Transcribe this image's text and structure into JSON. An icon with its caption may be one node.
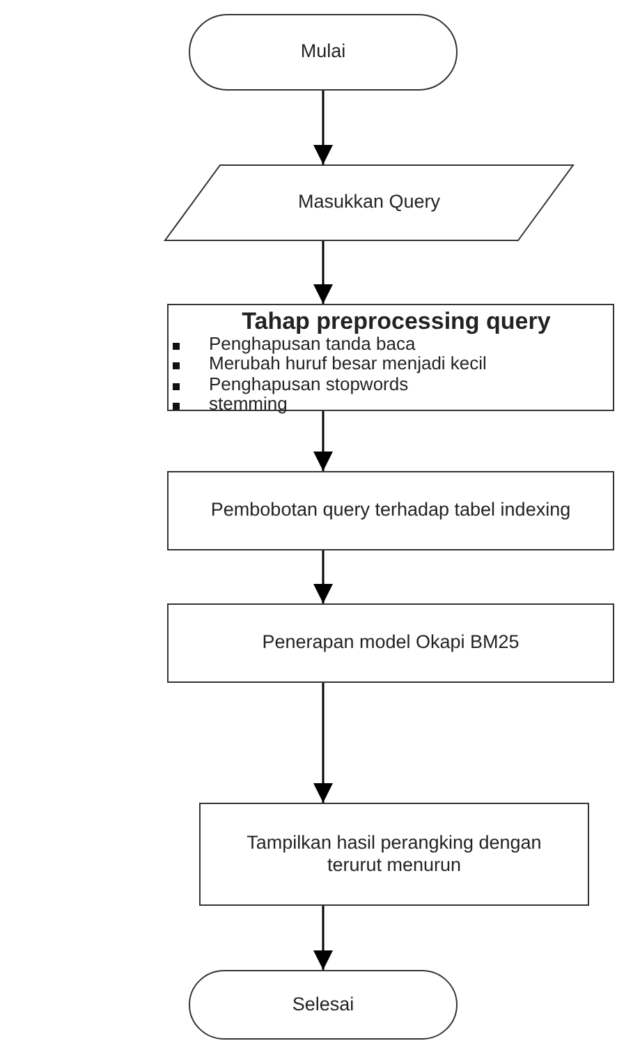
{
  "diagram": {
    "nodes": [
      {
        "text": [
          "Mulai"
        ]
      },
      {
        "text": [
          "Masukkan Query"
        ]
      },
      {
        "text": [
          "Tahap preprocessing query",
          "Penghapusan tanda baca",
          "Merubah huruf besar menjadi kecil",
          "Penghapusan stopwords",
          "stemming"
        ]
      },
      {
        "text": [
          "Pembobotan query terhadap tabel indexing"
        ]
      },
      {
        "text": [
          "Penerapan model Okapi BM25"
        ]
      },
      {
        "text": [
          "Tampilkan hasil perangking dengan terurut menurun"
        ]
      },
      {
        "text": [
          "Selesai"
        ]
      }
    ],
    "edges": [
      {
        "from": 0,
        "to": 1,
        "arrow": "to"
      },
      {
        "from": 1,
        "to": 2,
        "arrow": "to"
      },
      {
        "from": 2,
        "to": 3,
        "arrow": "to"
      },
      {
        "from": 3,
        "to": 4,
        "arrow": "to"
      },
      {
        "from": 4,
        "to": 5,
        "arrow": "to"
      },
      {
        "from": 5,
        "to": 6,
        "arrow": "to"
      }
    ]
  }
}
